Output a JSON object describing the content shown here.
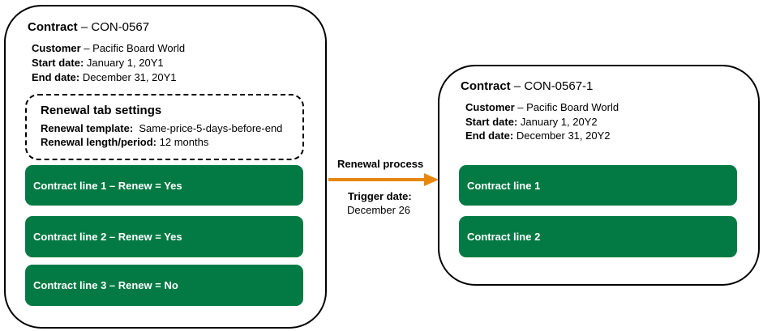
{
  "left_contract": {
    "title_label": "Contract",
    "title_separator": " – ",
    "title_id": "CON-0567",
    "customer_label": "Customer",
    "customer_separator": " – ",
    "customer_value": "Pacific Board World",
    "start_label": "Start date:",
    "start_value": "January 1, 20Y1",
    "end_label": "End date:",
    "end_value": "December 31, 20Y1",
    "renewal_settings": {
      "heading": "Renewal tab settings",
      "template_label": "Renewal template:",
      "template_value": "Same-price-5-days-before-end",
      "length_label": "Renewal length/period:",
      "length_value": "12 months"
    },
    "lines": [
      {
        "label": "Contract line 1 – Renew = Yes"
      },
      {
        "label": "Contract line 2 – Renew = Yes"
      },
      {
        "label": "Contract line 3 – Renew = No"
      }
    ]
  },
  "process": {
    "label": "Renewal process",
    "trigger_label": "Trigger date:",
    "trigger_value": "December 26",
    "arrow_color": "#e8870e"
  },
  "right_contract": {
    "title_label": "Contract",
    "title_separator": " – ",
    "title_id": "CON-0567-1",
    "customer_label": "Customer",
    "customer_separator": " – ",
    "customer_value": "Pacific Board World",
    "start_label": "Start date:",
    "start_value": "January 1, 20Y2",
    "end_label": "End date:",
    "end_value": "December 31, 20Y2",
    "lines": [
      {
        "label": "Contract line 1"
      },
      {
        "label": "Contract line 2"
      }
    ]
  },
  "colors": {
    "line_fill": "#037a43",
    "border": "#000000"
  }
}
